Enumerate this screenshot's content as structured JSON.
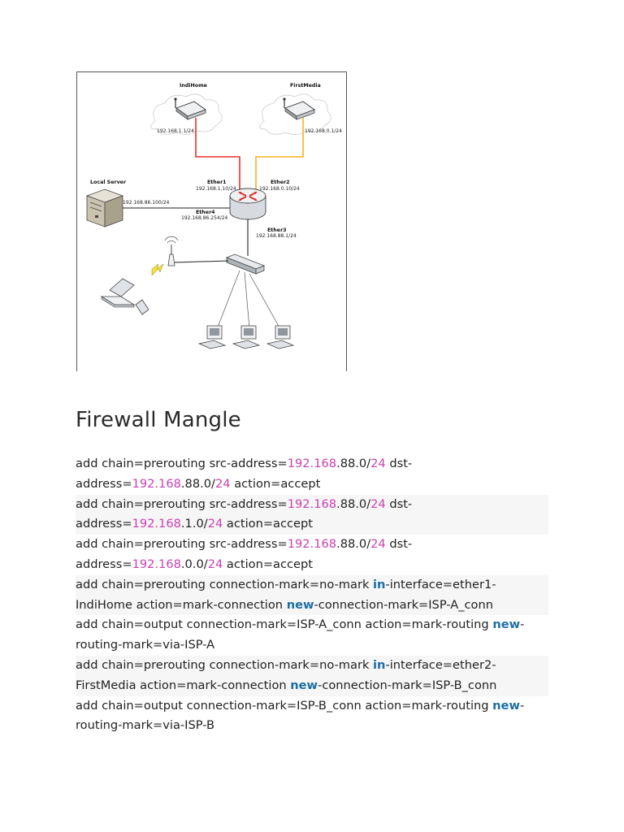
{
  "diagram": {
    "isp1_name": "IndiHome",
    "isp1_ip": "192.168.1.1/24",
    "isp2_name": "FirstMedia",
    "isp2_ip": "192.168.0.1/24",
    "ether1_name": "Ether1",
    "ether1_ip": "192.168.1.10/24",
    "ether2_name": "Ether2",
    "ether2_ip": "192.168.0.10/24",
    "server_name": "Local Server",
    "server_ip": "192.168.86.100/24",
    "ether4_name": "Ether4",
    "ether4_ip": "192.168.86.254/24",
    "ether3_name": "Ether3",
    "ether3_ip": "192.168.88.1/24",
    "colors": {
      "isp1_link": "#e8302a",
      "isp2_link": "#f5b324",
      "lan_link": "#222222"
    }
  },
  "heading": "Firewall Mangle",
  "code_lines": [
    {
      "alt": false,
      "tokens": [
        {
          "t": "add chain=prerouting src-address="
        },
        {
          "t": "192.168",
          "k": "num"
        },
        {
          "t": ".88.0/"
        },
        {
          "t": "24",
          "k": "num"
        },
        {
          "t": " dst-"
        }
      ]
    },
    {
      "alt": false,
      "tokens": [
        {
          "t": "address="
        },
        {
          "t": "192.168",
          "k": "num"
        },
        {
          "t": ".88.0/"
        },
        {
          "t": "24",
          "k": "num"
        },
        {
          "t": " action=accept"
        }
      ]
    },
    {
      "alt": true,
      "tokens": [
        {
          "t": "add chain=prerouting src-address="
        },
        {
          "t": "192.168",
          "k": "num"
        },
        {
          "t": ".88.0/"
        },
        {
          "t": "24",
          "k": "num"
        },
        {
          "t": " dst-"
        }
      ]
    },
    {
      "alt": true,
      "tokens": [
        {
          "t": "address="
        },
        {
          "t": "192.168",
          "k": "num"
        },
        {
          "t": ".1.0/"
        },
        {
          "t": "24",
          "k": "num"
        },
        {
          "t": " action=accept"
        }
      ]
    },
    {
      "alt": false,
      "tokens": [
        {
          "t": "add chain=prerouting src-address="
        },
        {
          "t": "192.168",
          "k": "num"
        },
        {
          "t": ".88.0/"
        },
        {
          "t": "24",
          "k": "num"
        },
        {
          "t": " dst-"
        }
      ]
    },
    {
      "alt": false,
      "tokens": [
        {
          "t": "address="
        },
        {
          "t": "192.168",
          "k": "num"
        },
        {
          "t": ".0.0/"
        },
        {
          "t": "24",
          "k": "num"
        },
        {
          "t": " action=accept"
        }
      ]
    },
    {
      "alt": true,
      "tokens": [
        {
          "t": "add chain=prerouting connection-mark=no-mark "
        },
        {
          "t": "in",
          "k": "kw"
        },
        {
          "t": "-interface=ether1-"
        }
      ]
    },
    {
      "alt": true,
      "tokens": [
        {
          "t": "IndiHome action=mark-connection "
        },
        {
          "t": "new",
          "k": "kw"
        },
        {
          "t": "-connection-mark=ISP-A_conn"
        }
      ]
    },
    {
      "alt": false,
      "tokens": [
        {
          "t": "add chain=output connection-mark=ISP-A_conn action=mark-routing "
        },
        {
          "t": "new",
          "k": "kw"
        },
        {
          "t": "-"
        }
      ]
    },
    {
      "alt": false,
      "tokens": [
        {
          "t": "routing-mark=via-ISP-A"
        }
      ]
    },
    {
      "alt": true,
      "tokens": [
        {
          "t": "add chain=prerouting connection-mark=no-mark "
        },
        {
          "t": "in",
          "k": "kw"
        },
        {
          "t": "-interface=ether2-"
        }
      ]
    },
    {
      "alt": true,
      "tokens": [
        {
          "t": "FirstMedia action=mark-connection "
        },
        {
          "t": "new",
          "k": "kw"
        },
        {
          "t": "-connection-mark=ISP-B_conn"
        }
      ]
    },
    {
      "alt": false,
      "tokens": [
        {
          "t": "add chain=output connection-mark=ISP-B_conn action=mark-routing "
        },
        {
          "t": "new",
          "k": "kw"
        },
        {
          "t": "-"
        }
      ]
    },
    {
      "alt": false,
      "tokens": [
        {
          "t": "routing-mark=via-ISP-B"
        }
      ]
    }
  ]
}
